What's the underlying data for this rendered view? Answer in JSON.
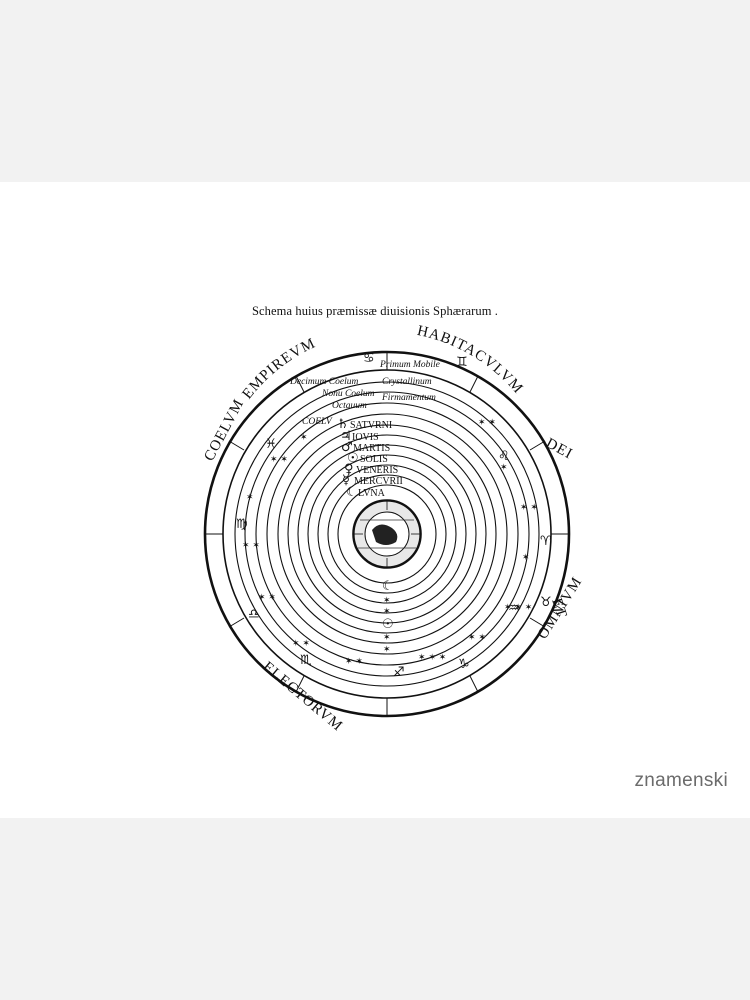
{
  "title": "Schema huius præmissæ diuisionis Sphærarum .",
  "watermark": "znamenski",
  "outer_inscription": [
    "EMPIREVM",
    "HABITACVLVM",
    "DEI",
    "ET",
    "OMNIVM",
    "ELECTORVM",
    "COELVM"
  ],
  "spheres": [
    "Primum Mobile",
    "Decimum Coelum",
    "Nonu Coelum",
    "Crystallinum",
    "Octauum",
    "Firmamentum",
    "COELV"
  ],
  "planets": [
    "SATVRNI",
    "IOVIS",
    "MARTIS",
    "SOLIS",
    "VENERIS",
    "MERCVRII",
    "LVNA"
  ],
  "zodiac_glyphs": [
    "♈",
    "♉",
    "♊",
    "♋",
    "♌",
    "♍",
    "♎",
    "♏",
    "♐",
    "♑",
    "♒",
    "♓"
  ],
  "planet_glyphs": [
    "♄",
    "♃",
    "♂",
    "☉",
    "♀",
    "☿",
    "☾"
  ]
}
